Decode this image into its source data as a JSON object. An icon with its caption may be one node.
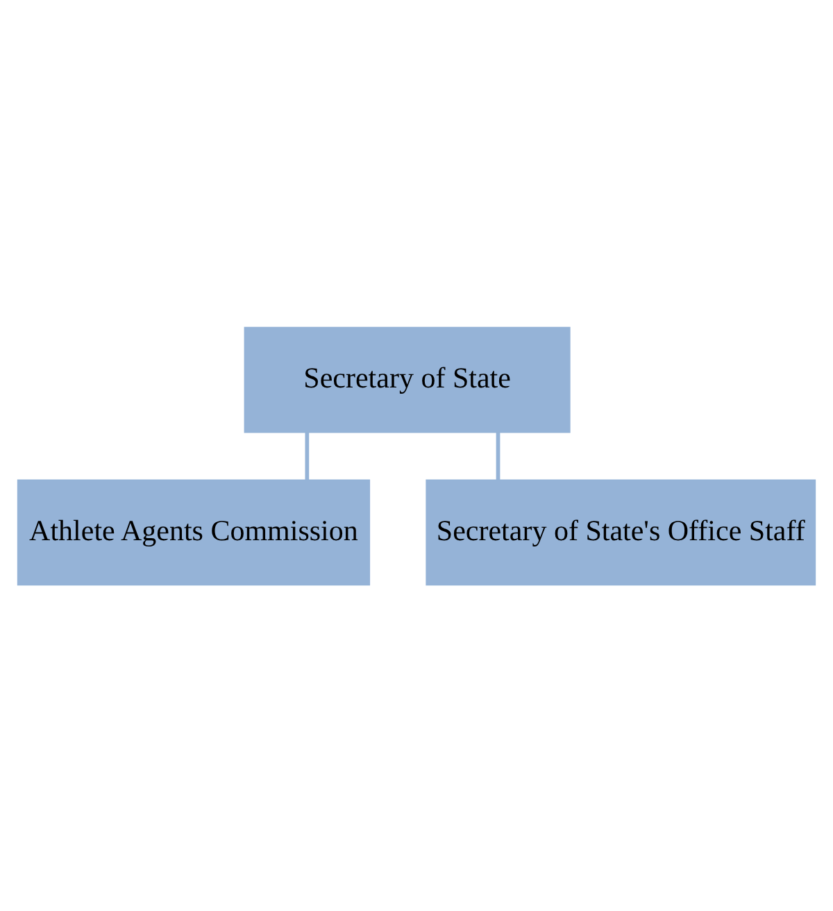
{
  "diagram": {
    "nodes": [
      {
        "text": [
          "Secretary of State"
        ]
      },
      {
        "text": [
          "Athlete Agents Commission"
        ]
      },
      {
        "text": [
          "Secretary of State's Office Staff"
        ]
      }
    ],
    "edges": [
      {
        "from": 0,
        "to": 1,
        "arrow": "none"
      },
      {
        "from": 0,
        "to": 2,
        "arrow": "none"
      }
    ]
  }
}
